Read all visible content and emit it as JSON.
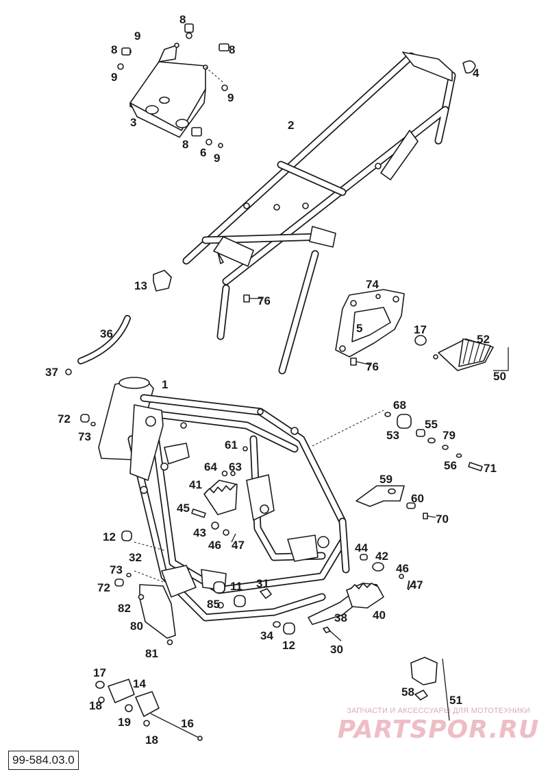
{
  "document": {
    "number": "99-584.03.0"
  },
  "watermark": {
    "tagline": "ЗАПЧАСТИ И АКСЕССУАРЫ ДЛЯ МОТОТЕХНИКИ",
    "brand": "PARTSPOR.RU"
  },
  "callouts": {
    "c1": "1",
    "c2": "2",
    "c3": "3",
    "c4": "4",
    "c5": "5",
    "c6": "6",
    "c8a": "8",
    "c8b": "8",
    "c8c": "8",
    "c8d": "8",
    "c9a": "9",
    "c9b": "9",
    "c9c": "9",
    "c9d": "9",
    "c11": "11",
    "c12a": "12",
    "c12b": "12",
    "c13": "13",
    "c14": "14",
    "c16": "16",
    "c17a": "17",
    "c17b": "17",
    "c18a": "18",
    "c18b": "18",
    "c19": "19",
    "c30": "30",
    "c31": "31",
    "c32": "32",
    "c34": "34",
    "c36": "36",
    "c37": "37",
    "c38": "38",
    "c40": "40",
    "c41": "41",
    "c42": "42",
    "c43": "43",
    "c44": "44",
    "c45": "45",
    "c46a": "46",
    "c46b": "46",
    "c47a": "47",
    "c47b": "/47",
    "c50": "50",
    "c51": "51",
    "c52": "52",
    "c53": "53",
    "c55": "55",
    "c56": "56",
    "c58": "58",
    "c59": "59",
    "c60": "60",
    "c61": "61",
    "c63": "63",
    "c64": "64",
    "c68": "68",
    "c70": "70",
    "c71": "71",
    "c72a": "72",
    "c72b": "72",
    "c73a": "73",
    "c73b": "73",
    "c74": "74",
    "c76a": "76",
    "c76b": "76",
    "c79": "79",
    "c80": "80",
    "c81": "81",
    "c82": "82",
    "c85": "85"
  },
  "colors": {
    "ink": "#1a1a1a",
    "paper": "#ffffff",
    "watermark": "#eaa8b2"
  }
}
